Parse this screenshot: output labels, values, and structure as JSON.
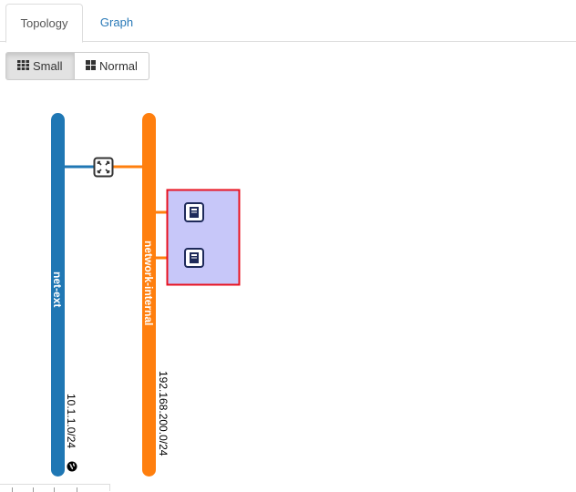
{
  "tabs": [
    {
      "label": "Topology",
      "active": true
    },
    {
      "label": "Graph",
      "active": false
    }
  ],
  "view_toggle": {
    "small_label": "Small",
    "normal_label": "Normal",
    "selected": "Small"
  },
  "networks": [
    {
      "name": "net-ext",
      "cidr": "10.1.1.0/24",
      "color": "#1f77b4",
      "external": true
    },
    {
      "name": "network-internal",
      "cidr": "192.168.200.0/24",
      "color": "#ff7f0e",
      "external": false
    }
  ],
  "colors": {
    "tab_link": "#2a7ab8",
    "selection_border": "#e8111f",
    "selection_fill": "#c7c7f9",
    "device_icon": "#1e2a5a"
  },
  "icons": {
    "small": "th-grid-icon",
    "normal": "th-large-icon",
    "router": "router-icon",
    "instance": "instance-icon",
    "external": "globe-icon"
  }
}
